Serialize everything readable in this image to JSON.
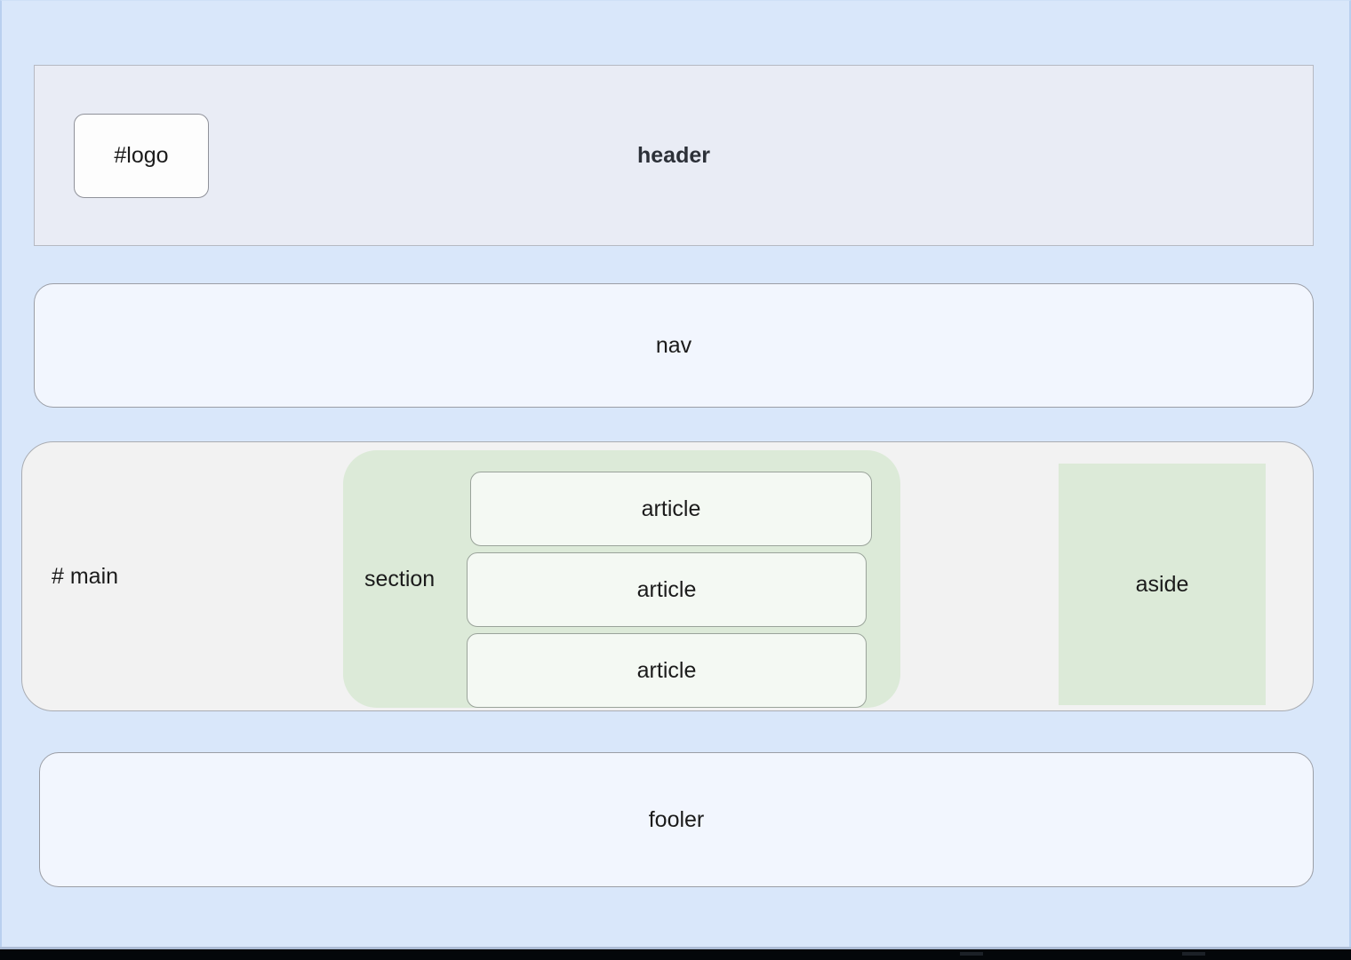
{
  "page": {
    "background_color": "#d9e7fa",
    "border_color": "#b9d0ef"
  },
  "header": {
    "title": "header",
    "background_color": "#e9ecf5",
    "logo": {
      "label": "#logo",
      "background_color": "#fdfdfd"
    }
  },
  "nav": {
    "label": "nav",
    "background_color": "#f2f6fe"
  },
  "main": {
    "label": "# main",
    "background_color": "#f2f2f2",
    "section": {
      "label": "section",
      "background_color": "#dcead8",
      "articles": [
        {
          "label": "article"
        },
        {
          "label": "article"
        },
        {
          "label": "article"
        }
      ]
    },
    "aside": {
      "label": "aside",
      "background_color": "#dcead8"
    }
  },
  "footer": {
    "label": "fooler",
    "background_color": "#f2f6fe"
  }
}
